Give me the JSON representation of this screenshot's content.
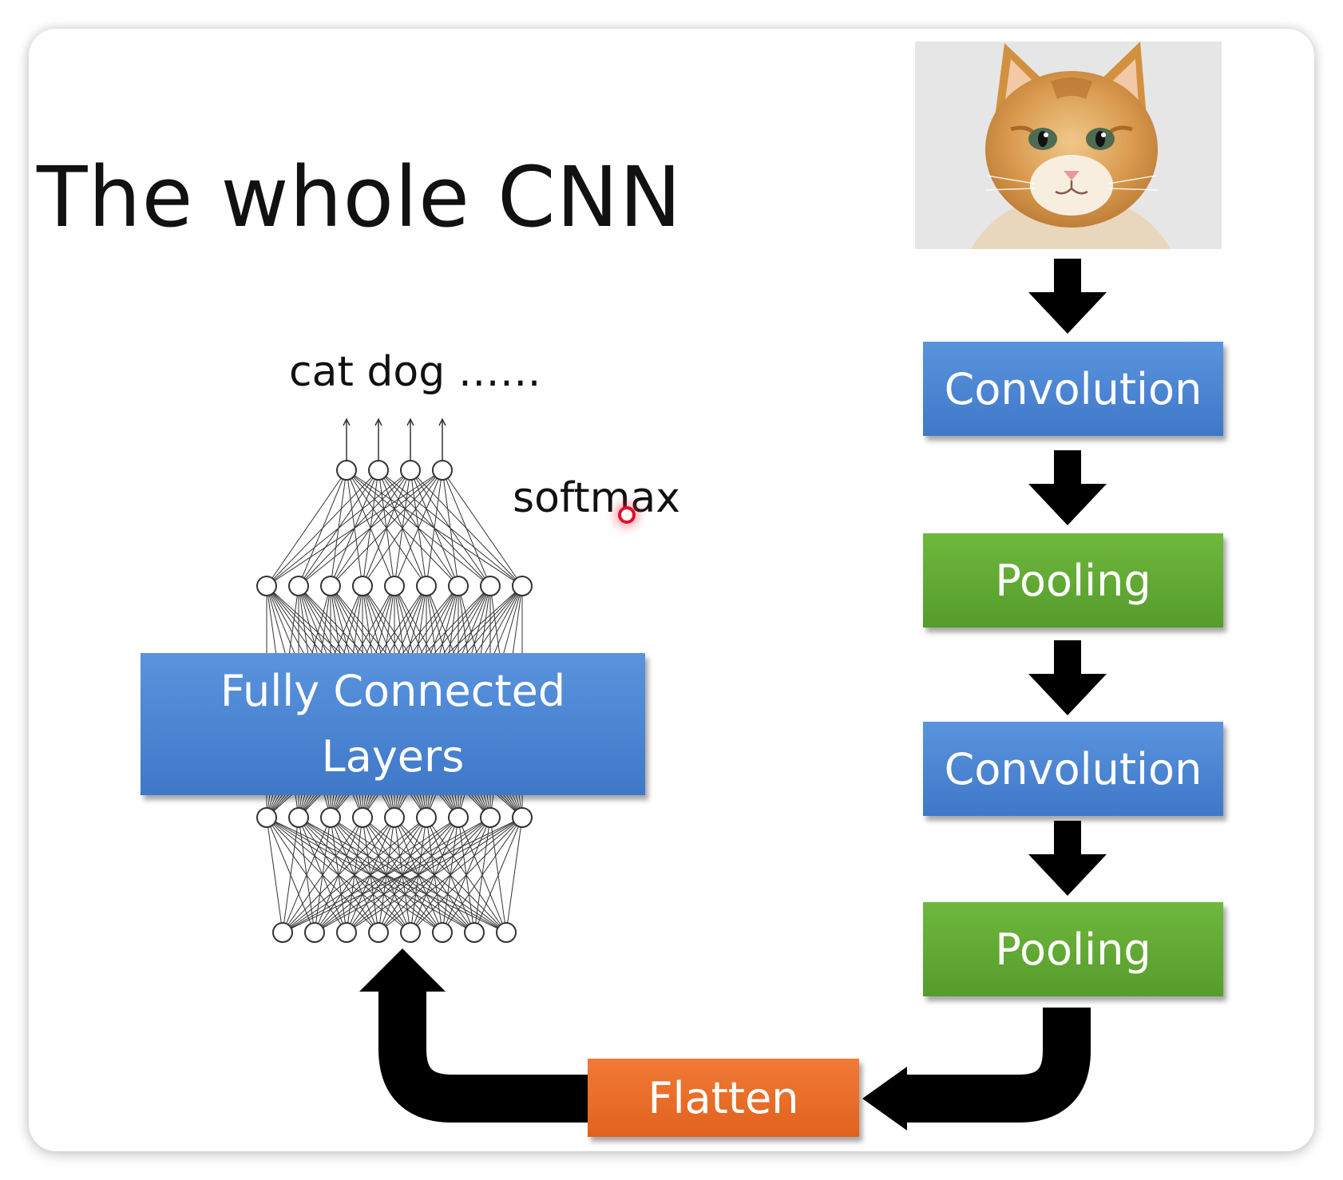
{
  "title": "The whole CNN",
  "output_label": "cat dog ……",
  "softmax_label": "softmax",
  "pipeline": {
    "steps": [
      {
        "label": "Convolution",
        "color": "#4a86d4"
      },
      {
        "label": "Pooling",
        "color": "#62aa34"
      },
      {
        "label": "Convolution",
        "color": "#4a86d4"
      },
      {
        "label": "Pooling",
        "color": "#62aa34"
      }
    ],
    "flatten": {
      "label": "Flatten",
      "color": "#e86b28"
    },
    "fully_connected": {
      "line1": "Fully Connected",
      "line2": "Layers",
      "color": "#4a86d4"
    }
  },
  "network": {
    "layers": [
      4,
      9,
      9,
      8
    ]
  },
  "colors": {
    "arrow": "#000000",
    "laser_pointer": "#e0102a"
  }
}
